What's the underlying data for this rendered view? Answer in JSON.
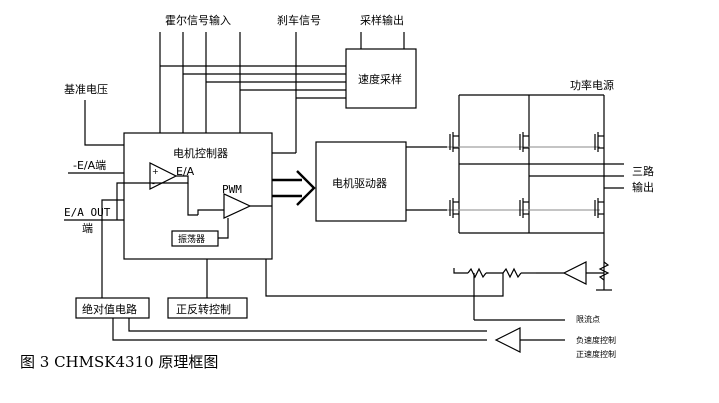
{
  "inputs": {
    "hall": "霍尔信号输入",
    "brake": "刹车信号",
    "sample_out": "采样输出",
    "reference_voltage": "基准电压",
    "ea_minus": "-E/A端",
    "ea_out_line1": "E/A OUT",
    "ea_out_line2": "端"
  },
  "blocks": {
    "speed_sampling": "速度采样",
    "motor_controller": "电机控制器",
    "ea_amp": "E/A",
    "pwm": "PWM",
    "oscillator": "振荡器",
    "motor_driver": "电机驱动器",
    "abs_circuit": "绝对值电路",
    "fwd_rev_control": "正反转控制"
  },
  "outputs": {
    "power_supply": "功率电源",
    "three_phase_line1": "三路",
    "three_phase_line2": "输出",
    "current_limit": "限流点",
    "neg_speed_control": "负速度控制",
    "pos_speed_control": "正速度控制"
  },
  "caption": "图 3 CHMSK4310 原理框图"
}
